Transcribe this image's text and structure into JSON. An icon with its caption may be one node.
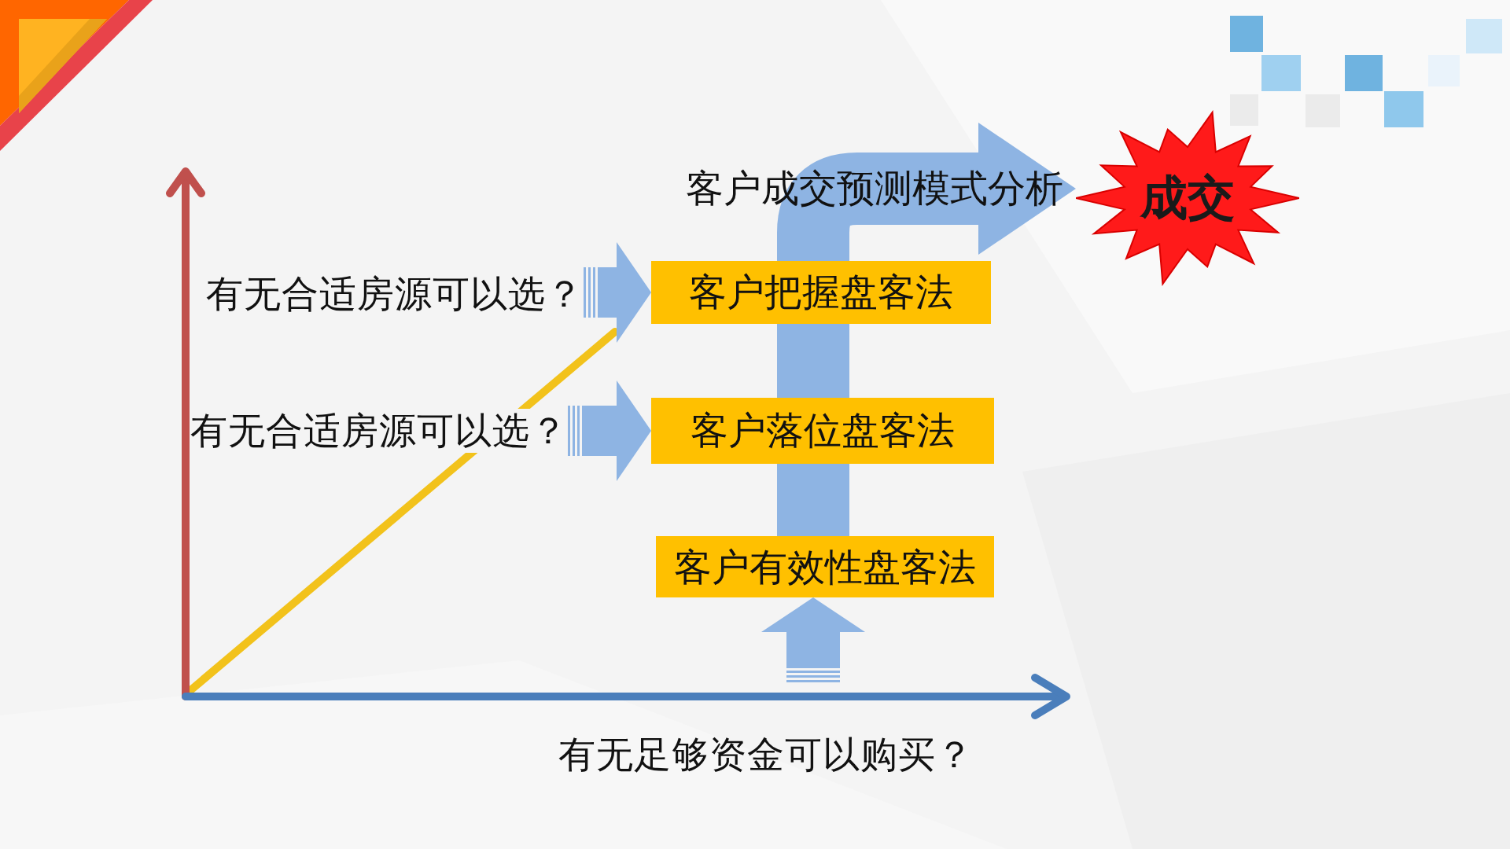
{
  "diagram": {
    "nodes": [
      {
        "text": [
          "成交"
        ]
      },
      {
        "text": [
          "有无合适房源可以选？"
        ]
      },
      {
        "text": [
          "客户把握盘客法"
        ]
      },
      {
        "text": [
          "有无合适房源可以选？"
        ]
      },
      {
        "text": [
          "客户落位盘客法"
        ]
      },
      {
        "text": [
          "客户有效性盘客法"
        ]
      }
    ],
    "edges": [
      {
        "from": 1,
        "to": 2,
        "arrow": "to"
      },
      {
        "from": 3,
        "to": 4,
        "arrow": "to"
      },
      {
        "from": null,
        "to": 5,
        "arrow": "to"
      },
      {
        "from": 5,
        "to": 4,
        "arrow": "none"
      },
      {
        "from": 4,
        "to": 2,
        "arrow": "none"
      },
      {
        "from": 2,
        "to": 0,
        "arrow": "to",
        "label": "客户成交预测模式分析"
      }
    ],
    "labels": [
      "有无足够资金可以购买？"
    ]
  }
}
